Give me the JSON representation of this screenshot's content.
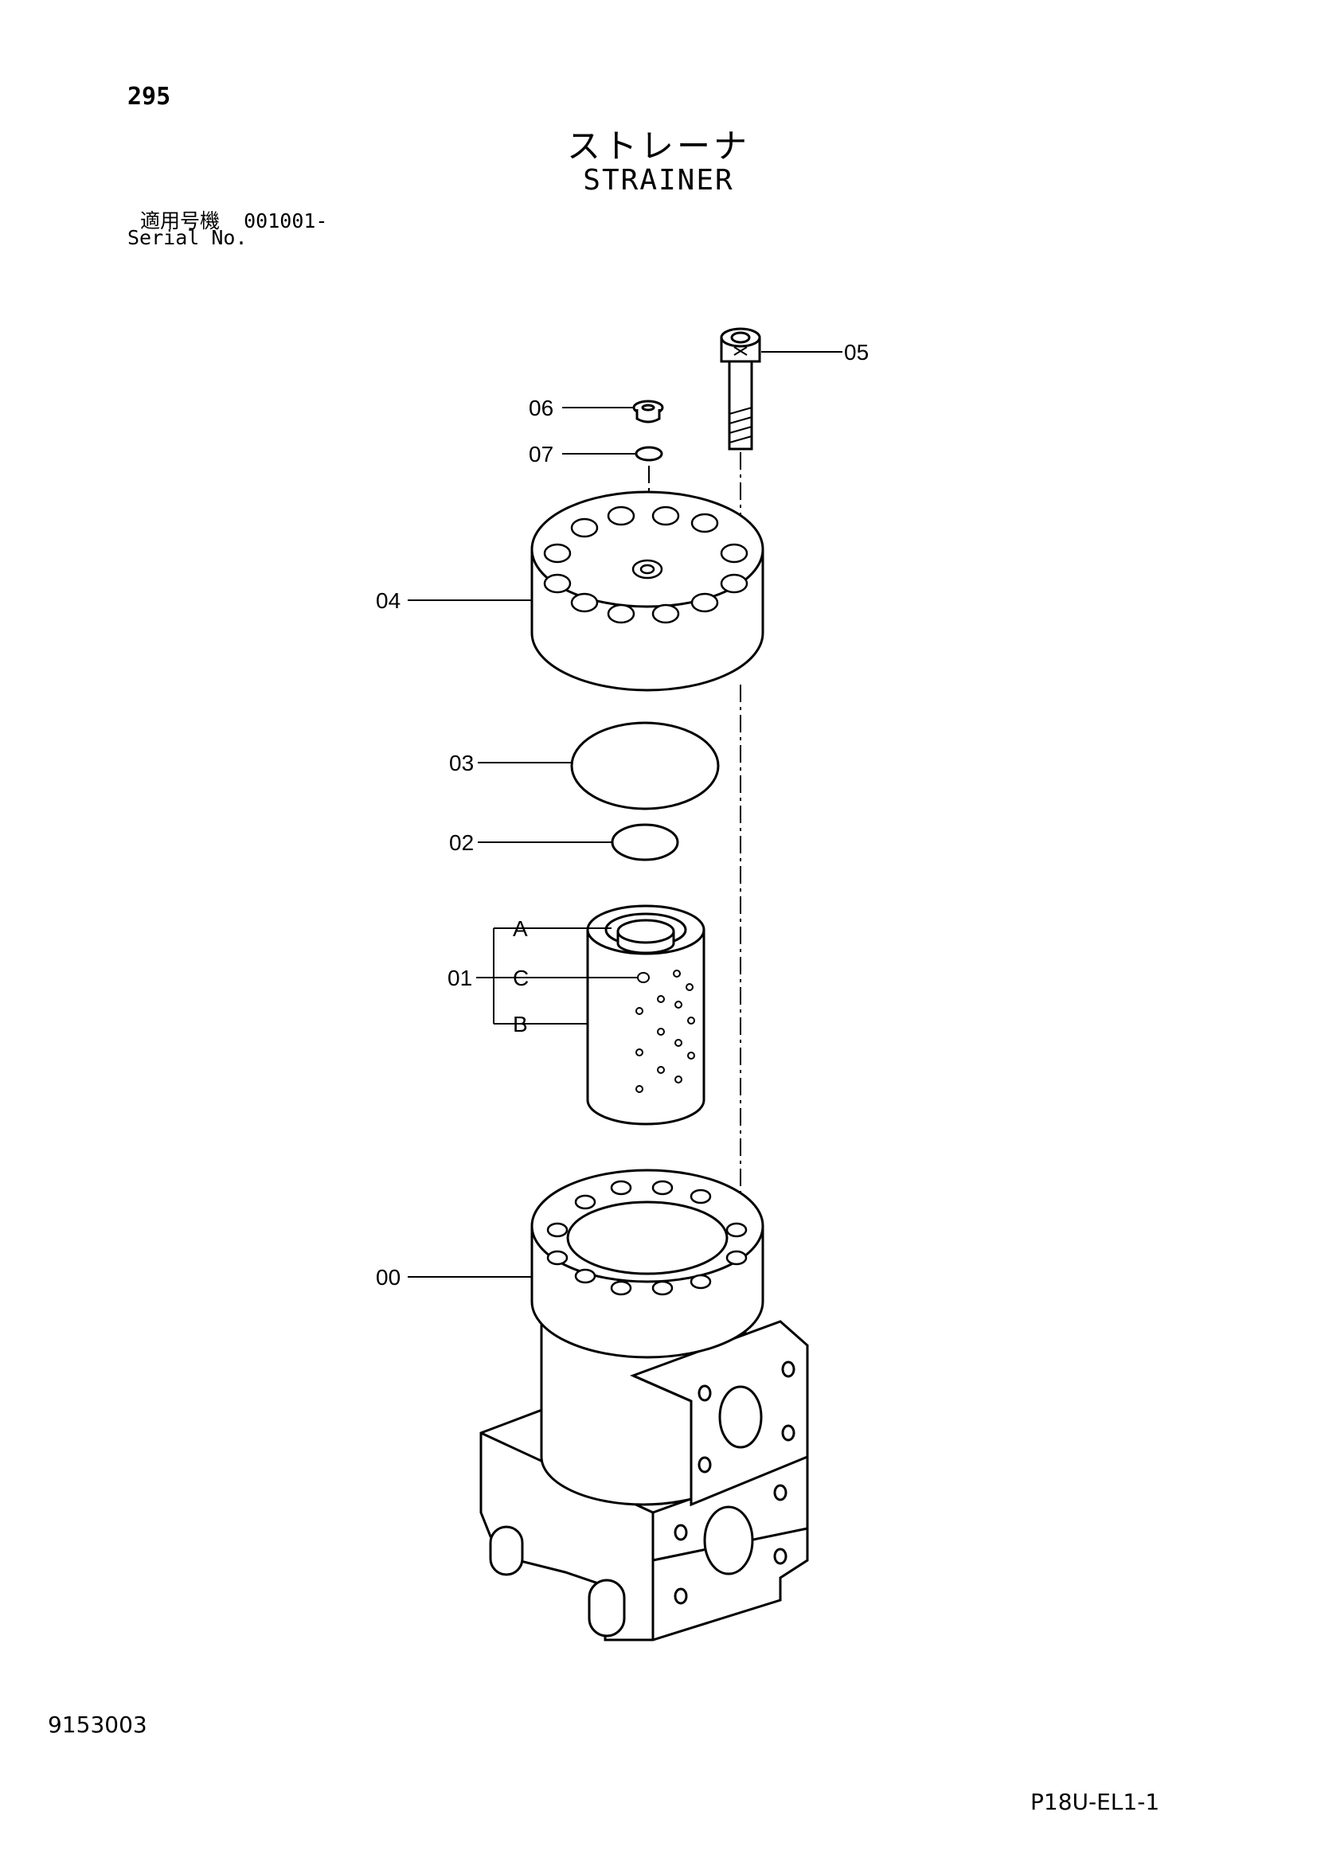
{
  "page": {
    "number": "295",
    "title_jp": "ストレーナ",
    "title_en": "STRAINER",
    "serial_label_jp": "適用号機",
    "serial_value": "001001-",
    "serial_label_en": "Serial No.",
    "document_id": "9153003",
    "page_code": "P18U-EL1-1"
  },
  "callouts": {
    "c05": "05",
    "c06": "06",
    "c07": "07",
    "c04": "04",
    "c03": "03",
    "c02": "02",
    "c01": "01",
    "cA": "A",
    "cC": "C",
    "cB": "B",
    "c00": "00"
  }
}
